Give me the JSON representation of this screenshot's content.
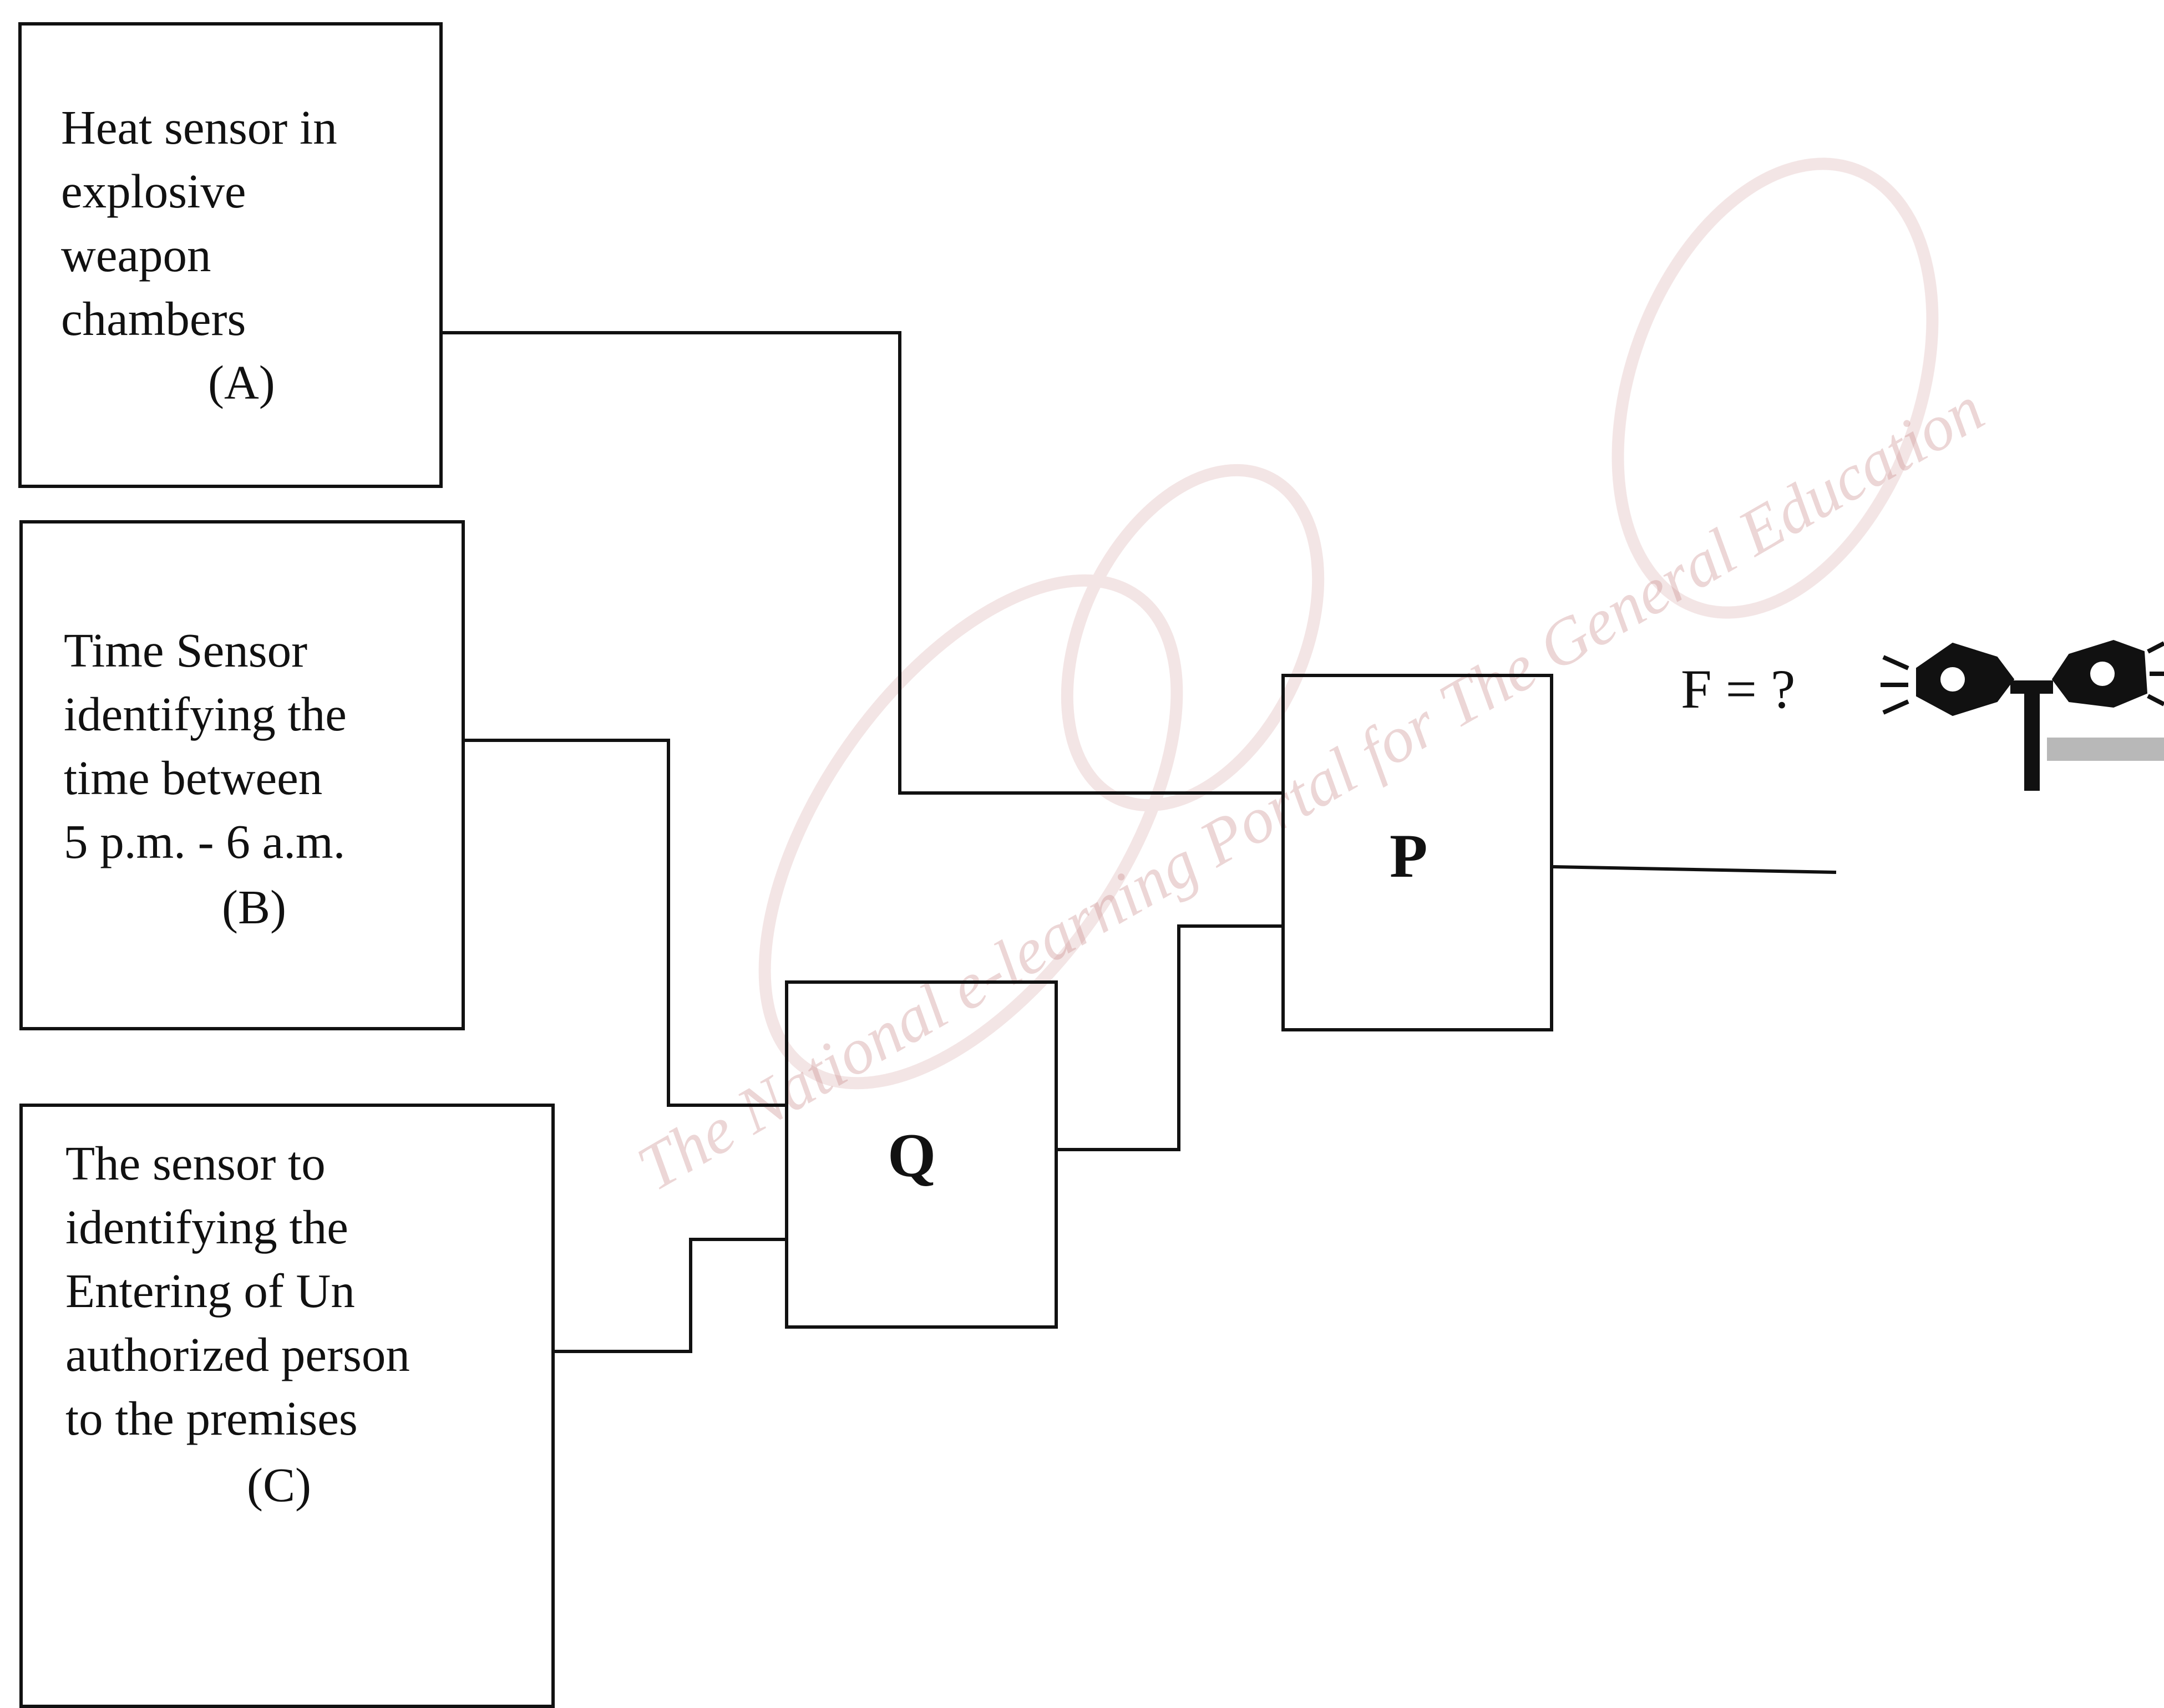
{
  "sensors": {
    "a": {
      "lines": [
        "Heat sensor in",
        "explosive",
        "weapon",
        "chambers"
      ],
      "tag": "(A)"
    },
    "b": {
      "lines": [
        "Time Sensor",
        "identifying the",
        "time between",
        "5 p.m. - 6 a.m."
      ],
      "tag": "(B)"
    },
    "c": {
      "lines": [
        "The sensor  to",
        "identifying the",
        "Entering of  Un",
        "authorized person",
        "to the premises"
      ],
      "tag": "(C)"
    }
  },
  "gates": {
    "p": "P",
    "q": "Q"
  },
  "output": {
    "label": "F = ?",
    "device_icon": "alarm-siren-icon"
  },
  "watermark": {
    "text": "The National e-learning Portal for The General Education",
    "color": "#c98a8a"
  }
}
